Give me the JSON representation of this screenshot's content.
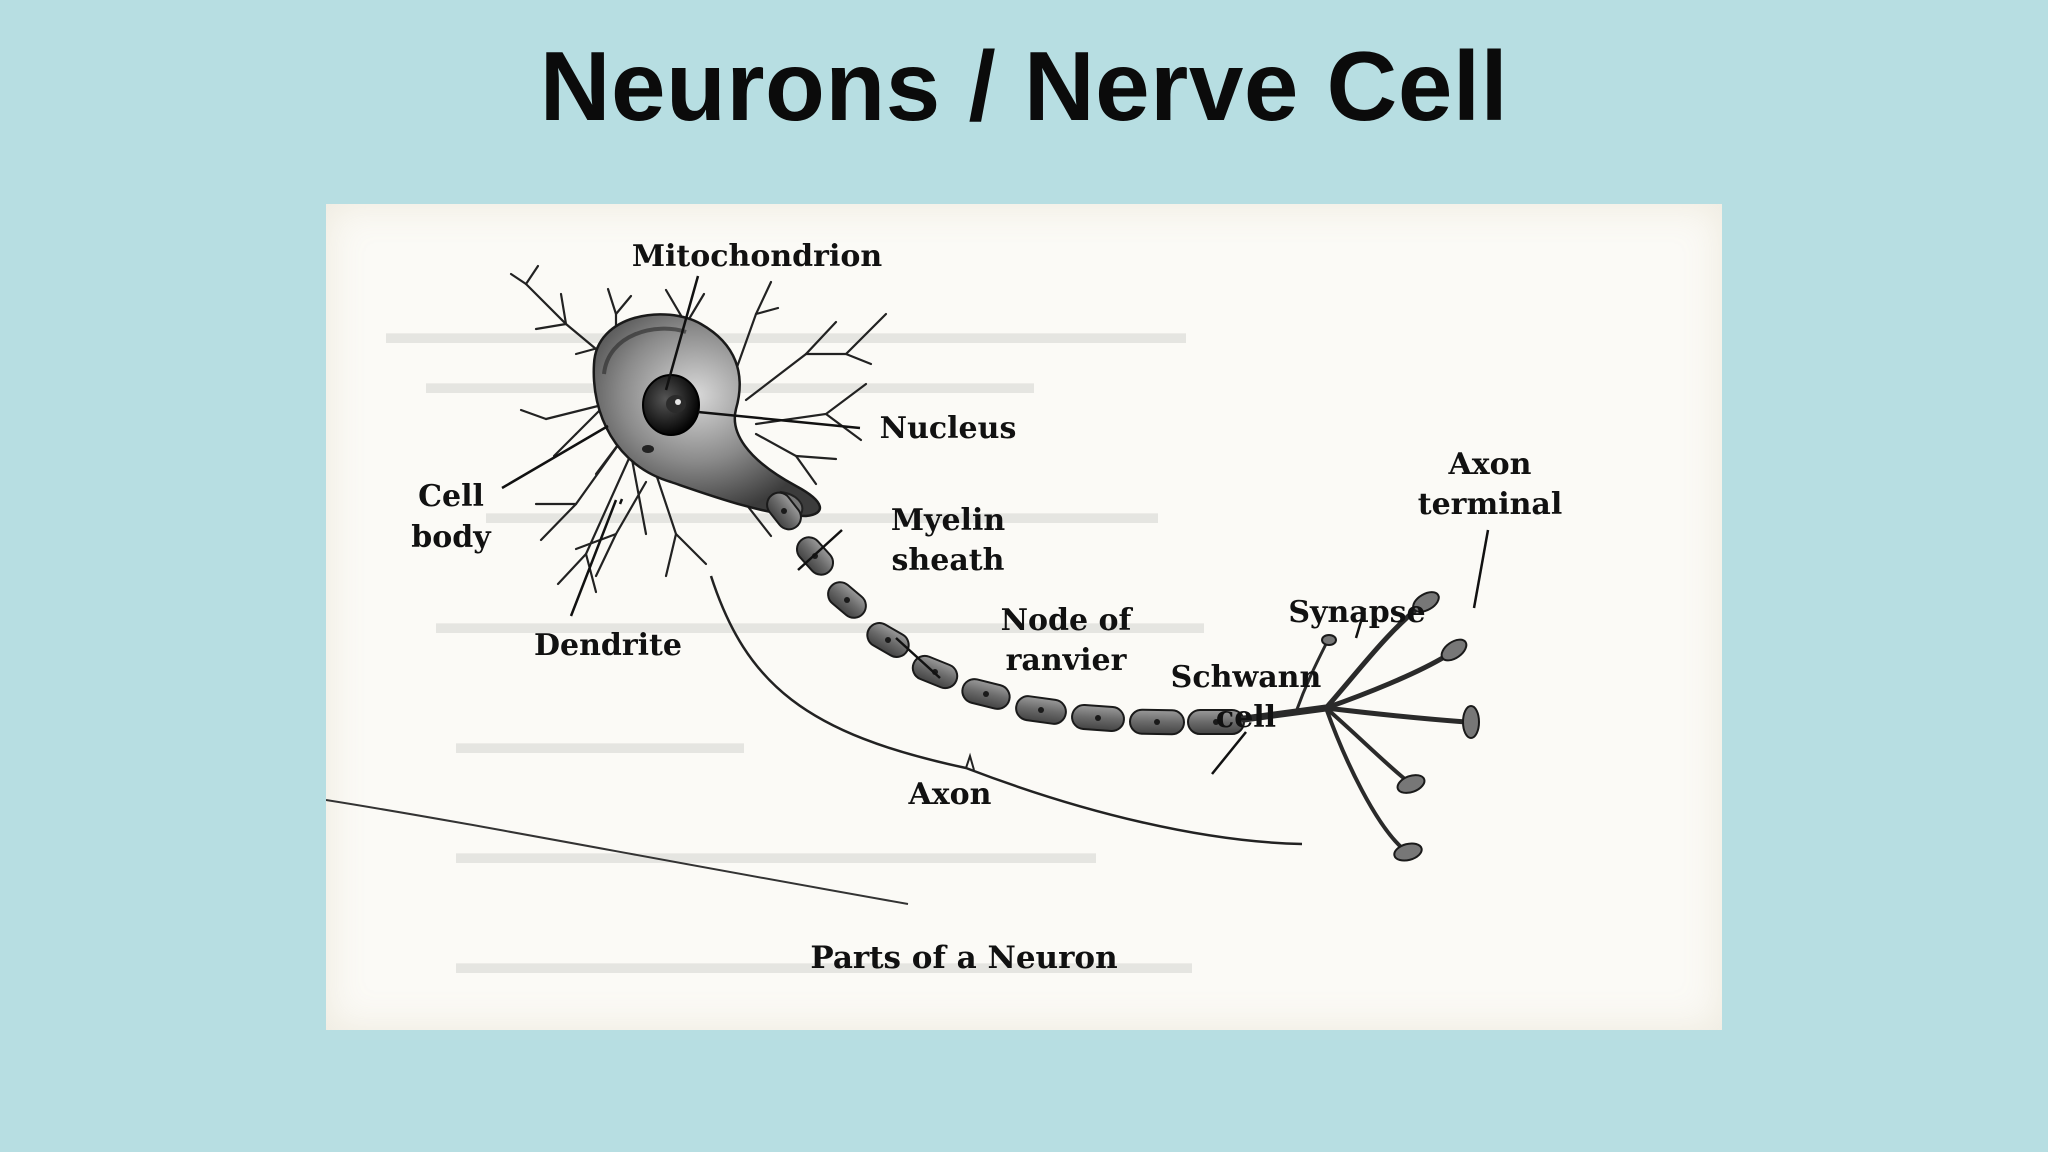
{
  "slide": {
    "title": "Neurons / Nerve Cell"
  },
  "diagram": {
    "labels": {
      "mitochondrion": "Mitochondrion",
      "nucleus": "Nucleus",
      "cell_body_line1": "Cell",
      "cell_body_line2": "body",
      "myelin_line1": "Myelin",
      "myelin_line2": "sheath",
      "dendrite": "Dendrite",
      "node_line1": "Node of",
      "node_line2": "ranvier",
      "axon_terminal_line1": "Axon",
      "axon_terminal_line2": "terminal",
      "synapse": "Synapse",
      "schwann_line1": "Schwann",
      "schwann_line2": "cell",
      "axon": "Axon"
    },
    "caption": "Parts of a Neuron"
  },
  "colors": {
    "background": "#b7dee2",
    "paper": "#fbfaf6",
    "ink": "#111111",
    "cell_shade": "#6f6f6f"
  }
}
